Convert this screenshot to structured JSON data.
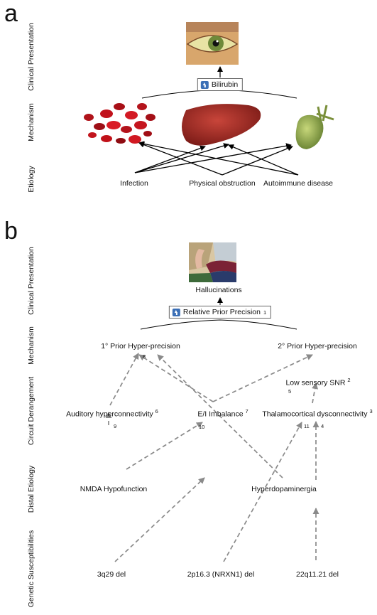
{
  "panel_a": {
    "letter": "a",
    "side_labels": {
      "clinical": "Clinical Presentation",
      "mechanism": "Mechanism",
      "etiology": "Etiology"
    },
    "bilirubin_label": "Bilirubin",
    "etiologies": [
      "Infection",
      "Physical obstruction",
      "Autoimmune disease"
    ],
    "icons": {
      "eye": "jaundiced-eye-illustration",
      "blood": "red-blood-cells-illustration",
      "liver": "liver-illustration",
      "gallbladder": "gallbladder-illustration",
      "increase": "up-arrow-icon"
    }
  },
  "panel_b": {
    "letter": "b",
    "side_labels": {
      "clinical": "Clinical Presentation",
      "mechanism": "Mechanism",
      "circuit": "Circuit Derangement",
      "distal": "Distal Etiology",
      "genetic": "Genetic Susceptibilities"
    },
    "hallucinations": "Hallucinations",
    "relative_prior": {
      "label": "Relative Prior Precision",
      "ref": "1"
    },
    "mechanisms": {
      "prior1": "1° Prior Hyper-precision",
      "prior2": "2° Prior Hyper-precision"
    },
    "circuit": {
      "low_snr": {
        "label": "Low sensory SNR",
        "ref": "2"
      },
      "auditory": {
        "label": "Auditory hyperconnectivity",
        "ref": "6"
      },
      "ei": {
        "label": "E/I Imbalance",
        "ref": "7"
      },
      "thalamo": {
        "label": "Thalamocortical dysconnectivity",
        "ref": "3"
      }
    },
    "distal": {
      "nmda": "NMDA Hypofunction",
      "dopamine": "Hyperdopaminergia"
    },
    "genetic": {
      "g1": "3q29 del",
      "g2": "2p16.3 (NRXN1) del",
      "g3": "22q11.21 del"
    },
    "edge_numbers": {
      "e8": "8",
      "e5": "5",
      "e9": "9",
      "e10": "10",
      "e11": "11",
      "e4": "4"
    },
    "icons": {
      "painting": "hallucination-painting-illustration",
      "increase": "up-arrow-icon"
    }
  }
}
